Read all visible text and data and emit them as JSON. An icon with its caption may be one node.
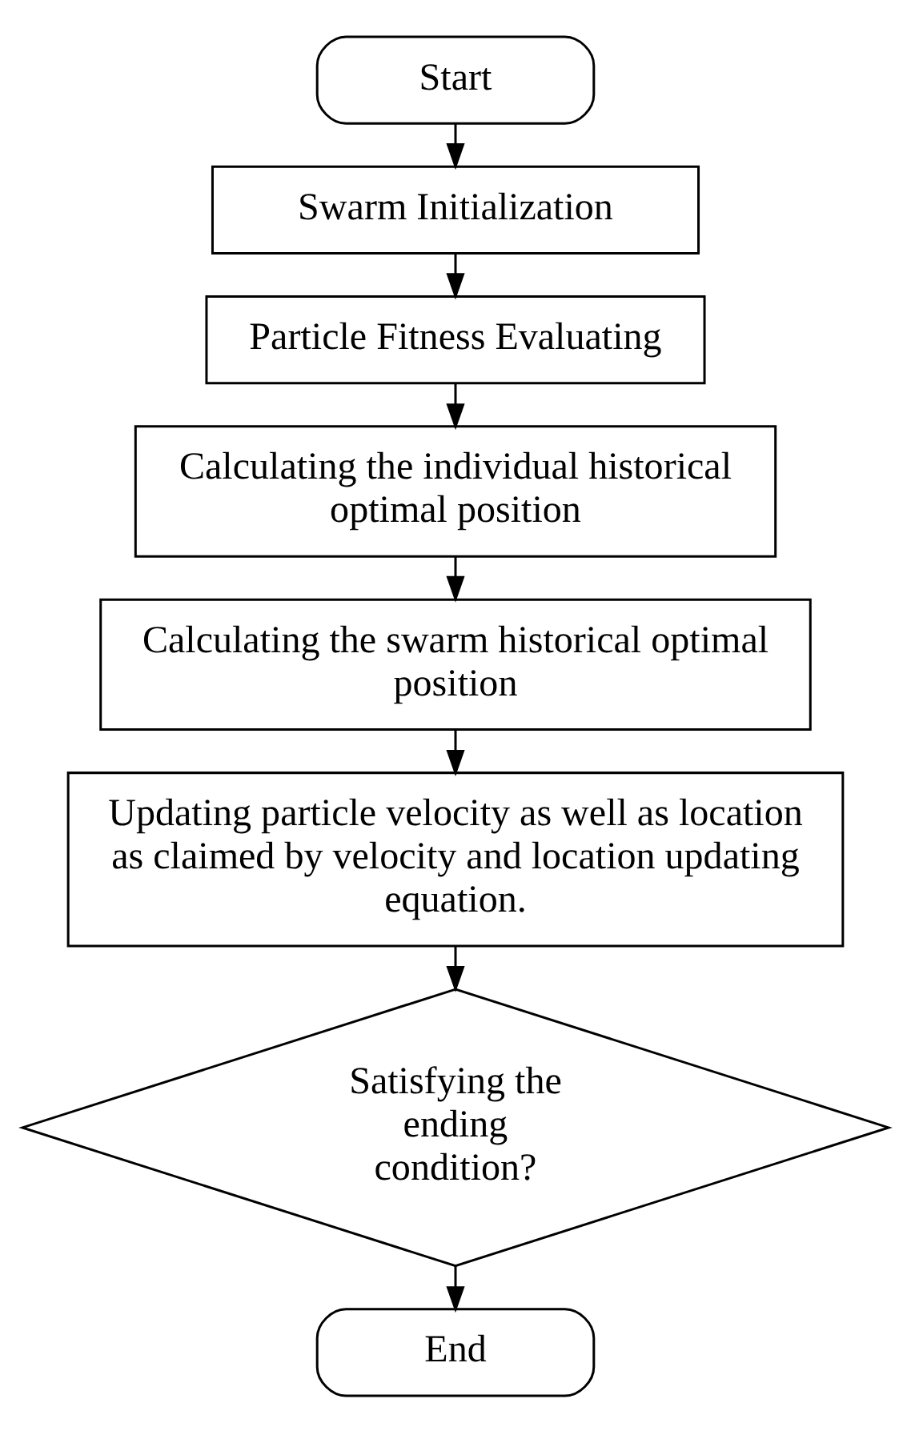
{
  "diagram": {
    "nodes": [
      {
        "text": [
          "Start"
        ]
      },
      {
        "text": [
          "Swarm Initialization"
        ]
      },
      {
        "text": [
          "Particle Fitness Evaluating"
        ]
      },
      {
        "text": [
          "Calculating the individual historical optimal position"
        ]
      },
      {
        "text": [
          "Calculating the swarm historical optimal position"
        ]
      },
      {
        "text": [
          "Updating particle velocity as well as location as claimed by velocity and location updating equation."
        ]
      },
      {
        "text": [
          "Satisfying the ending condition?"
        ]
      },
      {
        "text": [
          "End"
        ]
      }
    ],
    "edges": [
      {
        "from": 0,
        "to": 1,
        "arrow": "to"
      },
      {
        "from": 1,
        "to": 2,
        "arrow": "to"
      },
      {
        "from": 2,
        "to": 3,
        "arrow": "to"
      },
      {
        "from": 3,
        "to": 4,
        "arrow": "to"
      },
      {
        "from": 4,
        "to": 5,
        "arrow": "to"
      },
      {
        "from": 5,
        "to": 6,
        "arrow": "to"
      },
      {
        "from": 6,
        "to": 7,
        "arrow": "to"
      }
    ]
  }
}
